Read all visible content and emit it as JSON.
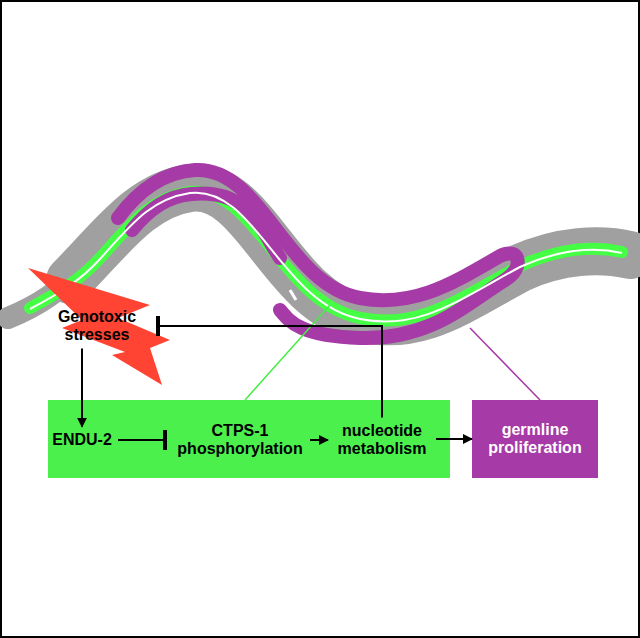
{
  "diagram": {
    "nodes": [
      {
        "text": [
          "Genotoxic stresses"
        ]
      },
      {
        "text": [
          "ENDU-2"
        ]
      },
      {
        "text": [
          "CTPS-1 phosphorylation"
        ]
      },
      {
        "text": [
          "nucleotide metabolism"
        ]
      },
      {
        "text": [
          "germline proliferation"
        ]
      }
    ],
    "edges": [
      {
        "from": 0,
        "to": 1,
        "arrow": "to"
      },
      {
        "from": 1,
        "to": 2,
        "arrow": "to"
      },
      {
        "from": 2,
        "to": 3,
        "arrow": "to"
      },
      {
        "from": 3,
        "to": 0,
        "arrow": "to"
      },
      {
        "from": 3,
        "to": 4,
        "arrow": "to"
      }
    ]
  }
}
